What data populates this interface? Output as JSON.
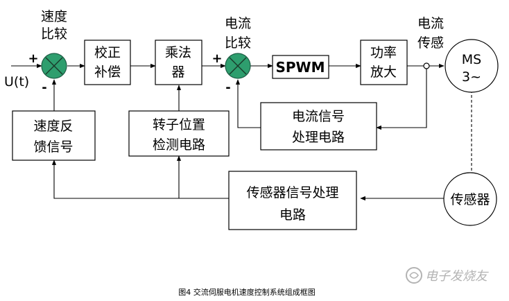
{
  "sum1": {
    "title_line1": "速度",
    "title_line2": "比较",
    "plus": "+",
    "minus": "-"
  },
  "sum2": {
    "title_line1": "电流",
    "title_line2": "比较",
    "plus": "+",
    "minus": "-"
  },
  "input_label": "U(t)",
  "blocks": {
    "comp": {
      "line1": "校正",
      "line2": "补偿"
    },
    "mult": {
      "line1": "乘法",
      "line2": "器"
    },
    "spwm": {
      "line1": "SPWM"
    },
    "amp": {
      "line1": "功率",
      "line2": "放大"
    },
    "motor": {
      "line1": "MS",
      "line2": "3~"
    },
    "cur_proc": {
      "line1": "电流信号",
      "line2": "处理电路"
    },
    "pos_det": {
      "line1": "转子位置",
      "line2": "检测电路"
    },
    "spd_fb": {
      "line1": "速度反",
      "line2": "馈信号"
    },
    "sens_proc": {
      "line1": "传感器信号处理",
      "line2": "电路"
    },
    "sensor": {
      "line1": "传感器"
    }
  },
  "current_sense": {
    "line1": "电流",
    "line2": "传感"
  },
  "caption": "图4 交流伺服电机速度控制系统组成框图",
  "watermark": "电子发烧友"
}
